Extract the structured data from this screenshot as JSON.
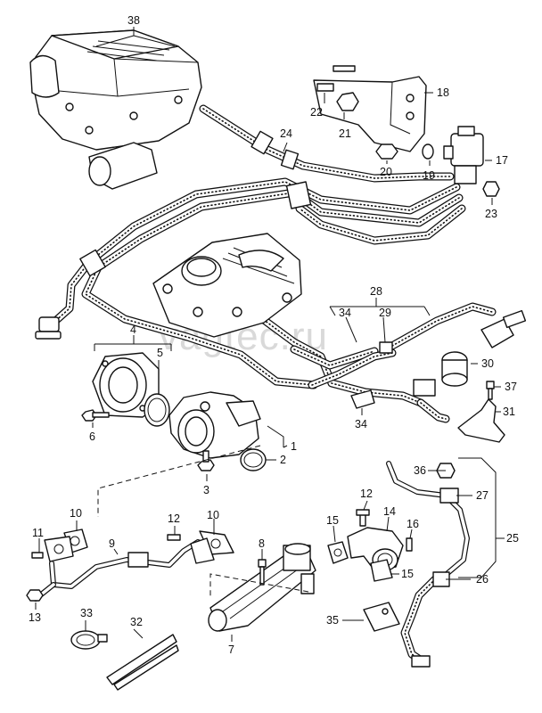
{
  "watermark": "vagtec.ru",
  "callouts": {
    "c38": "38",
    "c18": "18",
    "c22": "22",
    "c21": "21",
    "c24": "24",
    "c17": "17",
    "c20": "20",
    "c19": "19",
    "c23": "23",
    "c28": "28",
    "c34a": "34",
    "c29": "29",
    "c4": "4",
    "c5": "5",
    "c30": "30",
    "c37": "37",
    "c31": "31",
    "c34b": "34",
    "c6": "6",
    "c1": "1",
    "c2": "2",
    "c3": "3",
    "c36": "36",
    "c27": "27",
    "c25": "25",
    "c26": "26",
    "c10a": "10",
    "c12a": "12",
    "c10b": "10",
    "c11": "11",
    "c9": "9",
    "c8": "8",
    "c13": "13",
    "c12b": "12",
    "c15a": "15",
    "c14": "14",
    "c16": "16",
    "c15b": "15",
    "c7": "7",
    "c35": "35",
    "c33": "33",
    "c32": "32"
  }
}
